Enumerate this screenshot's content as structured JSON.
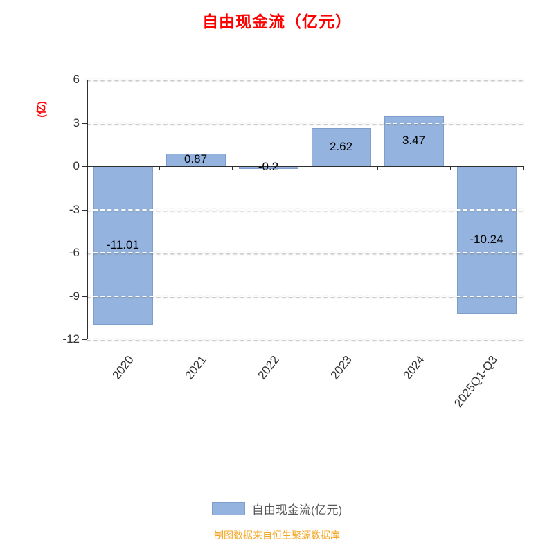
{
  "title": "自由现金流（亿元）",
  "y_axis_name": "(亿)",
  "footer": "制图数据来自恒生聚源数据库",
  "legend": {
    "label": "自由现金流(亿元)"
  },
  "colors": {
    "title": "#FF0000",
    "axis_name": "#FF0000",
    "bar": "#94B4DF",
    "bar_border": "#7E9FCC",
    "axis_line": "#2f2f2f",
    "tick_text": "#333333",
    "bar_label_text": "#000000",
    "legend_text": "#595959",
    "footer": "#F5A623"
  },
  "chart_data": {
    "type": "bar",
    "title": "自由现金流（亿元）",
    "categories": [
      "2020",
      "2021",
      "2022",
      "2023",
      "2024",
      "2025Q1-Q3"
    ],
    "values": [
      -11.01,
      0.87,
      -0.2,
      2.62,
      3.47,
      -10.24
    ],
    "value_labels": [
      "-11.01",
      "0.87",
      "-0.2",
      "2.62",
      "3.47",
      "-10.24"
    ],
    "series_name": "自由现金流(亿元)",
    "xlabel": "",
    "ylabel": "(亿)",
    "ylim": [
      -12,
      6
    ],
    "yticks": [
      6,
      3,
      0,
      -3,
      -6,
      -9,
      -12
    ],
    "grid": "dashed",
    "legend_position": "bottom",
    "value_label_position": "inside-center"
  }
}
